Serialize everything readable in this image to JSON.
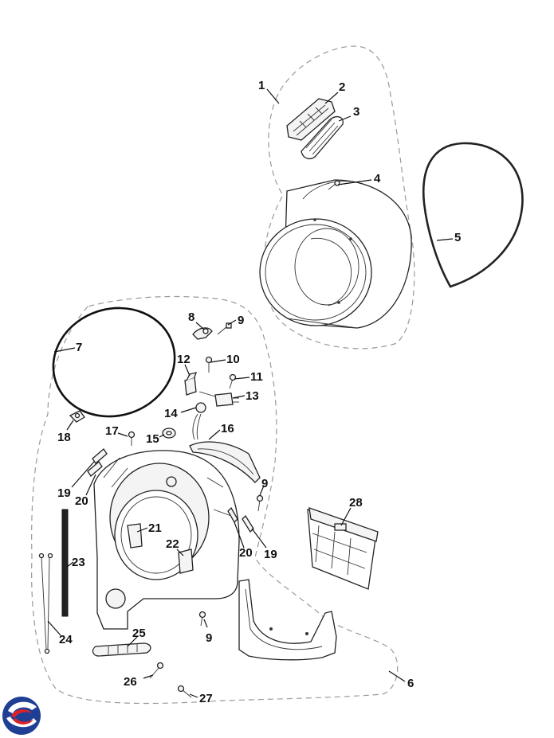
{
  "callouts": [
    {
      "id": "c1",
      "label": "1"
    },
    {
      "id": "c2",
      "label": "2"
    },
    {
      "id": "c3",
      "label": "3"
    },
    {
      "id": "c4",
      "label": "4"
    },
    {
      "id": "c5",
      "label": "5"
    },
    {
      "id": "c6",
      "label": "6"
    },
    {
      "id": "c7",
      "label": "7"
    },
    {
      "id": "c8",
      "label": "8"
    },
    {
      "id": "c9a",
      "label": "9"
    },
    {
      "id": "c9b",
      "label": "9"
    },
    {
      "id": "c9c",
      "label": "9"
    },
    {
      "id": "c10",
      "label": "10"
    },
    {
      "id": "c11",
      "label": "11"
    },
    {
      "id": "c12",
      "label": "12"
    },
    {
      "id": "c13",
      "label": "13"
    },
    {
      "id": "c14",
      "label": "14"
    },
    {
      "id": "c15",
      "label": "15"
    },
    {
      "id": "c16",
      "label": "16"
    },
    {
      "id": "c17",
      "label": "17"
    },
    {
      "id": "c18",
      "label": "18"
    },
    {
      "id": "c19a",
      "label": "19"
    },
    {
      "id": "c19b",
      "label": "19"
    },
    {
      "id": "c20a",
      "label": "20"
    },
    {
      "id": "c20b",
      "label": "20"
    },
    {
      "id": "c21",
      "label": "21"
    },
    {
      "id": "c22",
      "label": "22"
    },
    {
      "id": "c23",
      "label": "23"
    },
    {
      "id": "c24",
      "label": "24"
    },
    {
      "id": "c25",
      "label": "25"
    },
    {
      "id": "c26",
      "label": "26"
    },
    {
      "id": "c27",
      "label": "27"
    },
    {
      "id": "c28",
      "label": "28"
    }
  ],
  "colors": {
    "logo_blue": "#1f3f94",
    "logo_red": "#d8232a"
  }
}
